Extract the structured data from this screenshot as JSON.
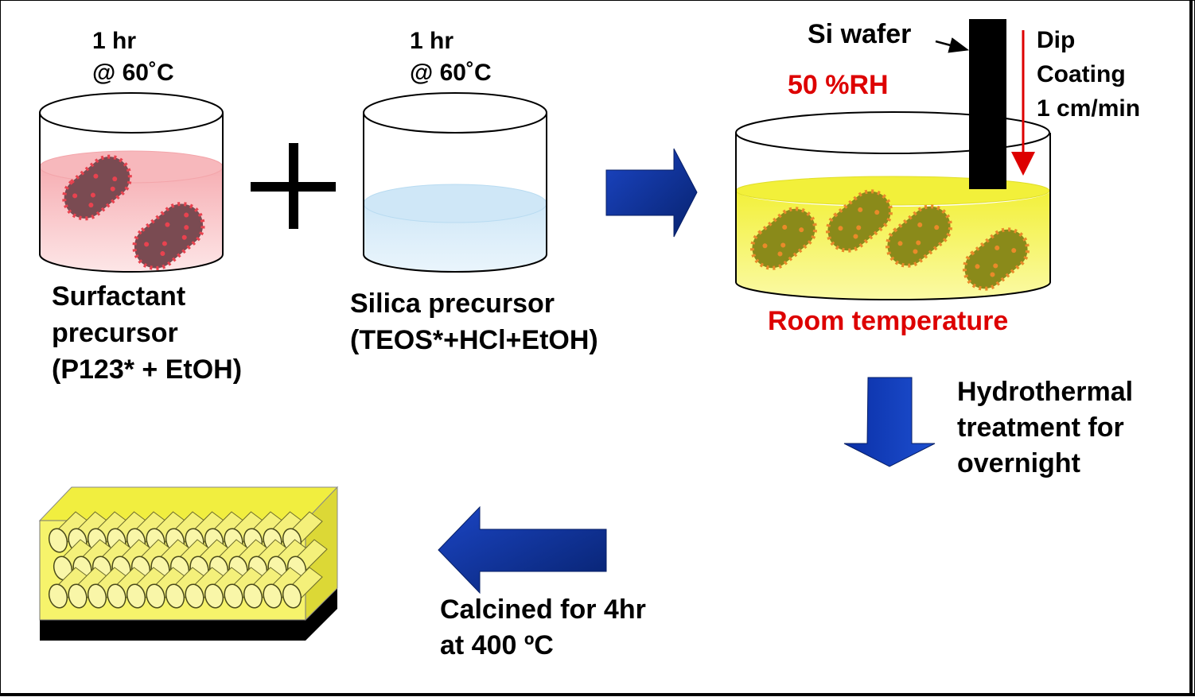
{
  "step1": {
    "time": "1 hr",
    "temp": "@ 60˚C",
    "label_lines": [
      "Surfactant",
      "precursor",
      "(P123* + EtOH)"
    ]
  },
  "step2": {
    "time": "1 hr",
    "temp": "@ 60˚C",
    "label_lines": [
      "Silica precursor",
      "(TEOS*+HCl+EtOH)"
    ]
  },
  "dip": {
    "wafer_label": "Si wafer",
    "humidity": "50 %RH",
    "coating_lines": [
      "Dip",
      "Coating",
      "1 cm/min"
    ],
    "temperature": "Room temperature"
  },
  "hydrothermal": {
    "label_lines": [
      "Hydrothermal",
      "treatment for",
      "overnight"
    ]
  },
  "calcine": {
    "label_lines": [
      "Calcined for 4hr",
      "at 400 ºC"
    ]
  },
  "colors": {
    "arrow_blue": "#0a2fa6",
    "arrow_dark": "#08236f",
    "accent_red": "#dd0000",
    "surfactant_solution": "#f9c5c8",
    "silica_solution": "#d8edf9",
    "coating_solution": "#f2f03a",
    "micelle_core": "#7a4b52",
    "micelle_shell": "#e8424f"
  }
}
